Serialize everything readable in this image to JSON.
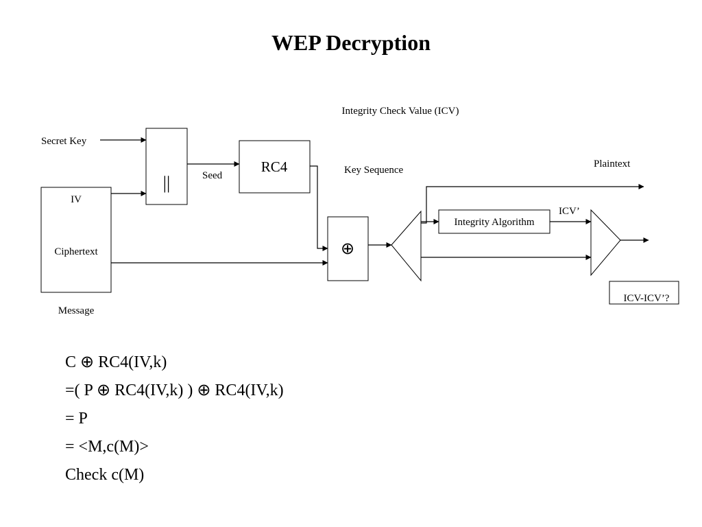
{
  "slide": {
    "title": "WEP Decryption"
  },
  "diagram": {
    "labels": {
      "secret_key": "Secret Key",
      "iv": "IV",
      "ciphertext": "Ciphertext",
      "message": "Message",
      "concat": "||",
      "seed": "Seed",
      "rc4": "RC4",
      "icv_title": "Integrity Check Value (ICV)",
      "key_sequence": "Key Sequence",
      "xor": "⊕",
      "plaintext": "Plaintext",
      "integrity_algorithm": "Integrity Algorithm",
      "icv_prime": "ICV’",
      "icv_check": "ICV-ICV’?"
    }
  },
  "equations": [
    "C ⊕ RC4(IV,k)",
    "=( P ⊕ RC4(IV,k) ) ⊕ RC4(IV,k)",
    "= P",
    "= <M,c(M)>",
    "Check c(M)"
  ]
}
